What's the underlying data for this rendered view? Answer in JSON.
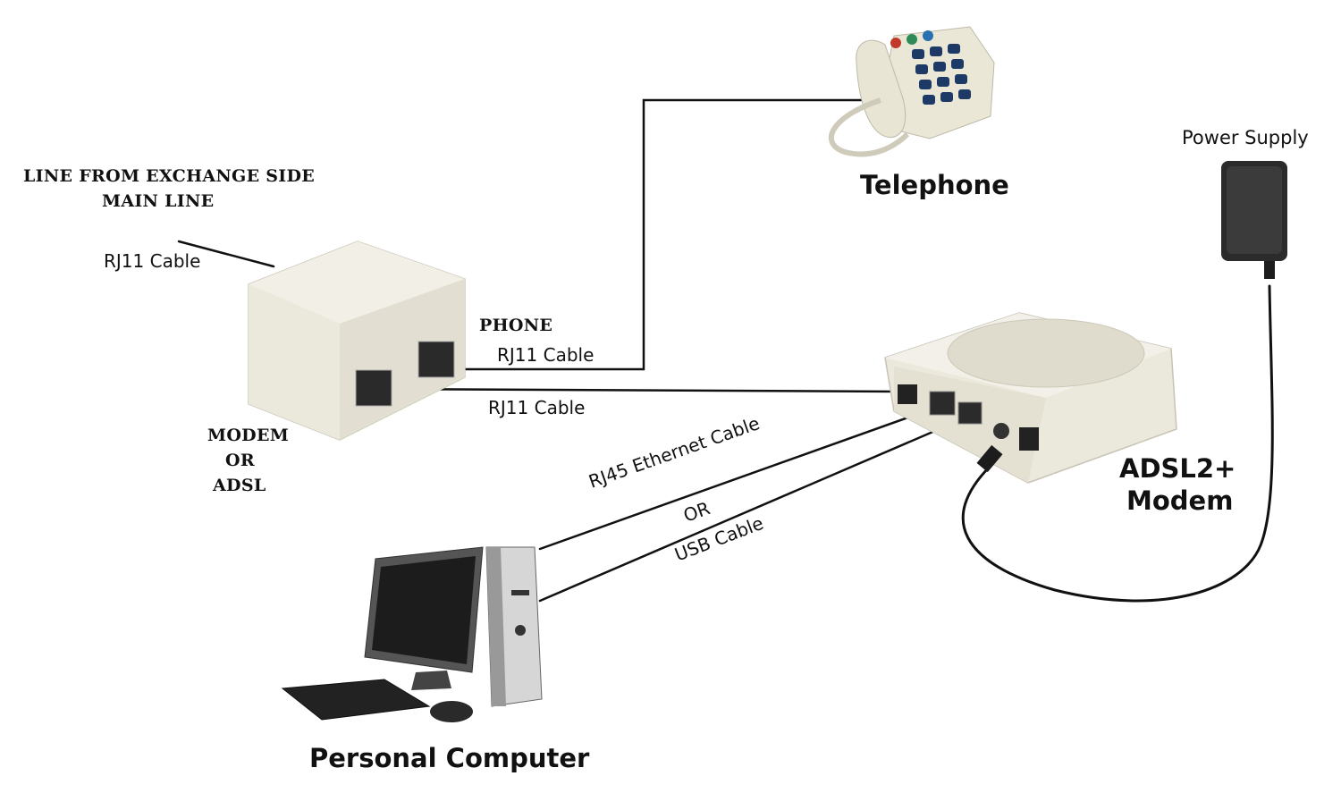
{
  "labels": {
    "exchange_line_1": "LINE FROM EXCHANGE SIDE",
    "exchange_line_2": "MAIN LINE",
    "rj11_main": "RJ11 Cable",
    "phone_port": "PHONE",
    "rj11_phone": "RJ11 Cable",
    "rj11_modem": "RJ11 Cable",
    "modem_port_1": "MODEM",
    "modem_port_2": "OR",
    "modem_port_3": "ADSL",
    "telephone": "Telephone",
    "power_supply": "Power Supply",
    "modem_name_1": "ADSL2+",
    "modem_name_2": "Modem",
    "ethernet_cable": "RJ45 Ethernet Cable",
    "or": "OR",
    "usb_cable": "USB Cable",
    "computer": "Personal Computer"
  },
  "colors": {
    "cable": "#111111",
    "device_body": "#ece9dc",
    "device_shadow": "#cfcbbd",
    "keypad": "#1d3a66"
  }
}
